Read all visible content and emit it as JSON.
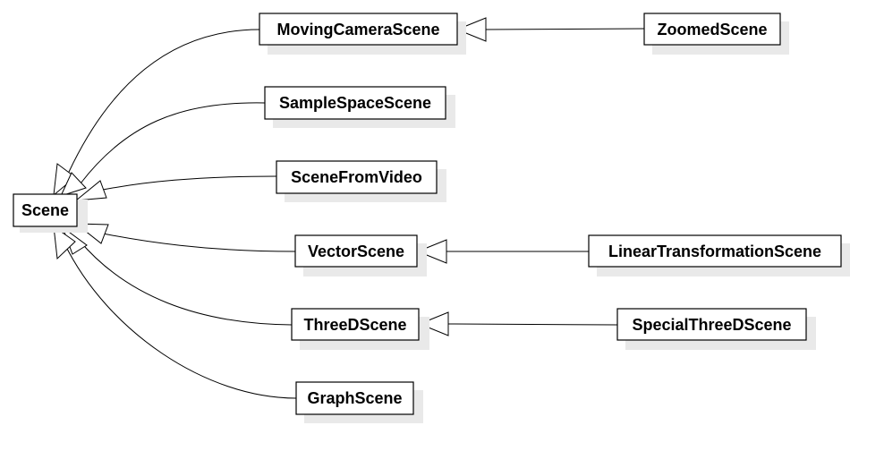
{
  "diagram": {
    "nodes": [
      {
        "id": "scene",
        "label": "Scene"
      },
      {
        "id": "moving-camera-scene",
        "label": "MovingCameraScene"
      },
      {
        "id": "zoomed-scene",
        "label": "ZoomedScene"
      },
      {
        "id": "sample-space-scene",
        "label": "SampleSpaceScene"
      },
      {
        "id": "scene-from-video",
        "label": "SceneFromVideo"
      },
      {
        "id": "vector-scene",
        "label": "VectorScene"
      },
      {
        "id": "linear-transformation-scene",
        "label": "LinearTransformationScene"
      },
      {
        "id": "three-d-scene",
        "label": "ThreeDScene"
      },
      {
        "id": "special-three-d-scene",
        "label": "SpecialThreeDScene"
      },
      {
        "id": "graph-scene",
        "label": "GraphScene"
      }
    ],
    "edges": [
      {
        "from": "moving-camera-scene",
        "to": "scene",
        "type": "inheritance"
      },
      {
        "from": "sample-space-scene",
        "to": "scene",
        "type": "inheritance"
      },
      {
        "from": "scene-from-video",
        "to": "scene",
        "type": "inheritance"
      },
      {
        "from": "vector-scene",
        "to": "scene",
        "type": "inheritance"
      },
      {
        "from": "three-d-scene",
        "to": "scene",
        "type": "inheritance"
      },
      {
        "from": "graph-scene",
        "to": "scene",
        "type": "inheritance"
      },
      {
        "from": "zoomed-scene",
        "to": "moving-camera-scene",
        "type": "inheritance"
      },
      {
        "from": "linear-transformation-scene",
        "to": "vector-scene",
        "type": "inheritance"
      },
      {
        "from": "special-three-d-scene",
        "to": "three-d-scene",
        "type": "inheritance"
      }
    ]
  }
}
